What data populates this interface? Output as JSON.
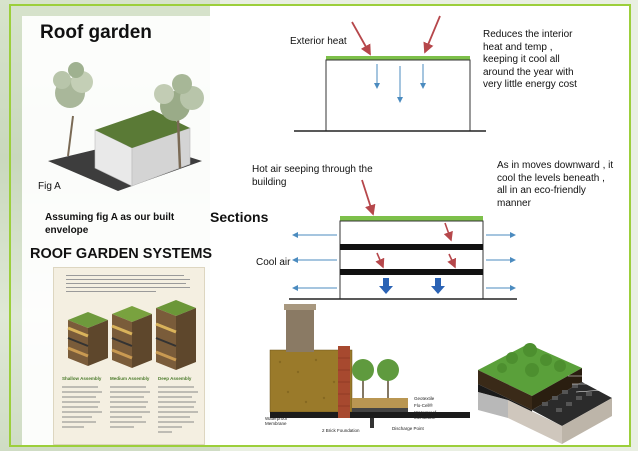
{
  "title": "Roof garden",
  "fig_caption": "Fig A",
  "assumption_text": "Assuming fig A as our built envelope",
  "sections_heading": "Sections",
  "systems_heading": "ROOF GARDEN SYSTEMS",
  "top_section": {
    "exterior_heat_label": "Exterior heat",
    "benefit_text": "Reduces the interior heat and temp , keeping  it cool all around the year with very little energy cost"
  },
  "bottom_section": {
    "hot_air_label": "Hot air seeping through the building",
    "air_moves_text": "As in moves downward , it cool the levels beneath , all in an eco-friendly manner",
    "cool_air_label": "Cool air"
  },
  "systems_chart": {
    "columns": [
      "Shallow Assembly",
      "Medium Assembly",
      "Deep Assembly"
    ]
  },
  "detail_labels": {
    "waterproof_membrane": "Waterproof Membrane",
    "brick_foundation": "2 Brick Foundation",
    "discharge_point": "Discharge Point",
    "geotextile": "Geotextile",
    "waterproof_membrane_right": "Waterproof Membrane",
    "drain_cell": "Flo-Cell®"
  },
  "colors": {
    "frame": "#9ccf3b",
    "arrow_red": "#b6474b",
    "arrow_blue_light": "#4b8bbf",
    "arrow_blue_dark": "#2b63b5",
    "roof_green": "#7dc04a"
  }
}
